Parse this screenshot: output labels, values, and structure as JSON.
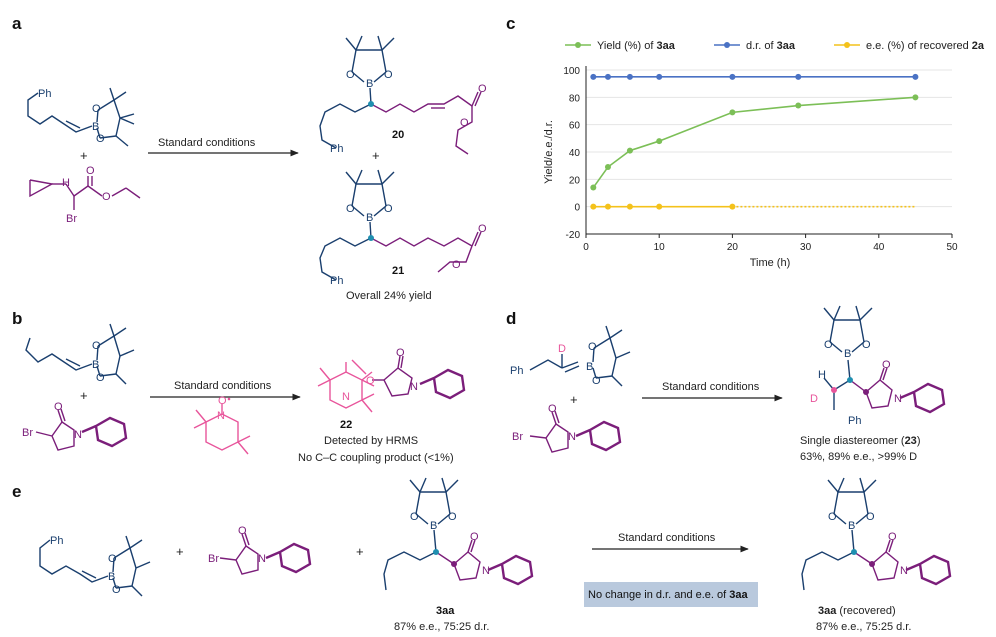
{
  "colors": {
    "blue": "#1a3f6e",
    "purple": "#7b1e7a",
    "pink": "#e8559b",
    "teal": "#1f8fb0",
    "green": "#7cbf57",
    "navy": "#4a72c4",
    "gold": "#f4c21b",
    "grid": "#e4e4e4",
    "box": "#b9c9dd"
  },
  "panels": {
    "a": "a",
    "b": "b",
    "c": "c",
    "d": "d",
    "e": "e"
  },
  "panel_a": {
    "ph1": "Ph",
    "ph2": "Ph",
    "ph3": "Ph",
    "br": "Br",
    "h": "H",
    "plus1": "+",
    "plus2": "+",
    "arrow_label": "Standard conditions",
    "cmpd20": "20",
    "cmpd21": "21",
    "yield": "Overall 24% yield"
  },
  "panel_b": {
    "plus": "+",
    "br": "Br",
    "arrow_label": "Standard conditions",
    "cmpd22": "22",
    "detected": "Detected by HRMS",
    "no_coupling": "No C–C coupling product (<1%)"
  },
  "panel_d": {
    "ph1": "Ph",
    "ph2": "Ph",
    "d1": "D",
    "d2": "D",
    "h": "H",
    "plus": "+",
    "br": "Br",
    "arrow_label": "Standard conditions",
    "single_prefix": "Single diastereomer (",
    "cmpd23": "23",
    "single_suffix": ")",
    "stats": "63%, 89% e.e., >99% D"
  },
  "panel_e": {
    "ph": "Ph",
    "br": "Br",
    "plus1": "+",
    "plus2": "+",
    "arrow_label": "Standard conditions",
    "box_prefix": "No change in d.r. and e.e. of ",
    "box_bold": "3aa",
    "cmpd_label": "3aa",
    "cmpd_stats": "87% e.e., 75:25 d.r.",
    "product_bold": "3aa",
    "product_suffix": " (recovered)",
    "product_stats": "87% e.e., 75:25 d.r."
  },
  "atoms": {
    "O": "O",
    "B": "B",
    "N": "N"
  },
  "chart_data": {
    "type": "line",
    "xlabel": "Time (h)",
    "ylabel": "Yield/e.e./d.r.",
    "xlim": [
      0,
      50
    ],
    "ylim": [
      -20,
      100
    ],
    "xticks": [
      0,
      10,
      20,
      30,
      40,
      50
    ],
    "yticks": [
      -20,
      0,
      20,
      40,
      60,
      80,
      100
    ],
    "grid": true,
    "legend_position": "top",
    "series": [
      {
        "name_prefix": "Yield (%) of ",
        "name_bold": "3aa",
        "color": "#7cbf57",
        "x": [
          1,
          3,
          6,
          10,
          20,
          29,
          45
        ],
        "y": [
          14,
          29,
          41,
          48,
          69,
          74,
          80
        ]
      },
      {
        "name_prefix": "d.r. of ",
        "name_bold": "3aa",
        "color": "#4a72c4",
        "x": [
          1,
          3,
          6,
          10,
          20,
          29,
          45
        ],
        "y": [
          95,
          95,
          95,
          95,
          95,
          95,
          95
        ]
      },
      {
        "name_prefix": "e.e. (%) of recovered ",
        "name_bold": "2a",
        "color": "#f4c21b",
        "x": [
          1,
          3,
          6,
          10,
          20
        ],
        "y": [
          0,
          0,
          0,
          0,
          0
        ],
        "extend_to": 45
      }
    ]
  }
}
